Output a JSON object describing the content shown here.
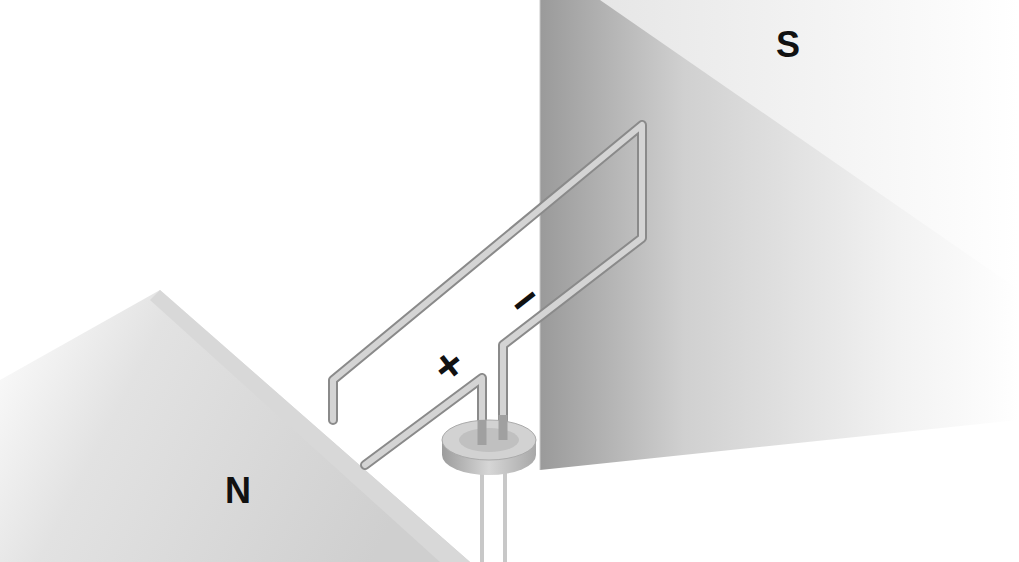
{
  "diagram": {
    "labels": [
      "S",
      "+",
      "−",
      "N"
    ]
  }
}
